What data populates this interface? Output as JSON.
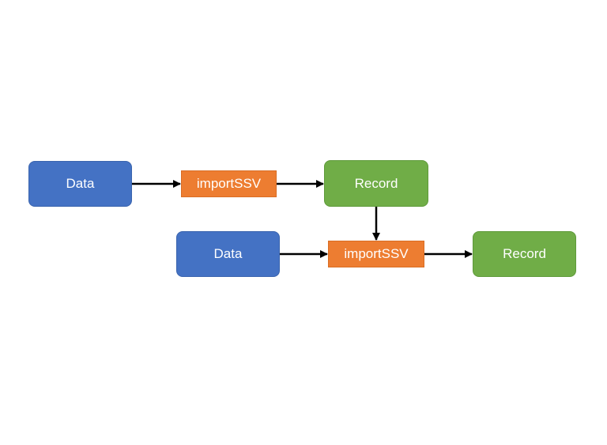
{
  "diagram": {
    "row1": {
      "source": {
        "label": "Data",
        "color": "#4472c4"
      },
      "process": {
        "label": "importSSV",
        "color": "#ed7d31"
      },
      "target": {
        "label": "Record",
        "color": "#70ad47"
      }
    },
    "row2": {
      "source": {
        "label": "Data",
        "color": "#4472c4"
      },
      "process": {
        "label": "importSSV",
        "color": "#ed7d31"
      },
      "target": {
        "label": "Record",
        "color": "#70ad47"
      }
    },
    "connector_color": "#000000"
  }
}
